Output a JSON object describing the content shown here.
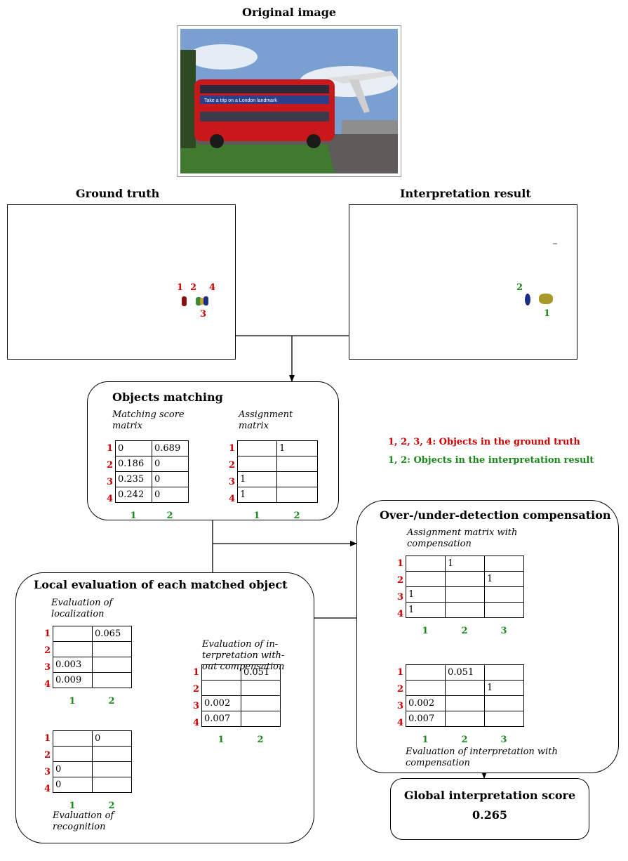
{
  "titles": {
    "original": "Original image",
    "ground_truth": "Ground truth",
    "interpretation": "Interpretation result",
    "objects_matching": "Objects matching",
    "over_under": "Over-/under-detection compensation",
    "local_eval": "Local evaluation of each matched object",
    "global": "Global interpretation score",
    "global_value": "0.265"
  },
  "photo": {
    "banner_text": "Take a trip on a London landmark",
    "colors": {
      "sky": "#6e94c9",
      "bus": "#c8181c",
      "grass": "#3f7a2e",
      "road": "#5a5a58"
    }
  },
  "ground_truth_labels": {
    "l1": "1",
    "l2": "2",
    "l3": "3",
    "l4": "4"
  },
  "interp_labels": {
    "l1": "1",
    "l2": "2"
  },
  "legend": {
    "gt": "1, 2, 3, 4: Objects in the ground truth",
    "ir": "1, 2: Objects in the interpretation result"
  },
  "captions": {
    "matching_score": "Matching score matrix",
    "assignment": "Assignment matrix",
    "assign_comp": "Assignment matrix with compensation",
    "eval_loc": "Evaluation of localization",
    "eval_rec": "Evaluation of recognition",
    "eval_nocomp": "Evaluation of in- terpretation with- out compensation",
    "eval_comp": "Evaluation of interpretation with compensation"
  },
  "row_labels": [
    "1",
    "2",
    "3",
    "4"
  ],
  "col_labels_2": [
    "1",
    "2"
  ],
  "col_labels_3": [
    "1",
    "2",
    "3"
  ],
  "matrices": {
    "matching_score": [
      [
        "0",
        "0.689"
      ],
      [
        "0.186",
        "0"
      ],
      [
        "0.235",
        "0"
      ],
      [
        "0.242",
        "0"
      ]
    ],
    "assignment": [
      [
        "",
        "1"
      ],
      [
        "",
        ""
      ],
      [
        "1",
        ""
      ],
      [
        "1",
        ""
      ]
    ],
    "assign_comp": [
      [
        "",
        "1",
        ""
      ],
      [
        "",
        "",
        "1"
      ],
      [
        "1",
        "",
        ""
      ],
      [
        "1",
        "",
        ""
      ]
    ],
    "eval_comp": [
      [
        "",
        "0.051",
        ""
      ],
      [
        "",
        "",
        "1"
      ],
      [
        "0.002",
        "",
        ""
      ],
      [
        "0.007",
        "",
        ""
      ]
    ],
    "eval_loc": [
      [
        "",
        "0.065"
      ],
      [
        "",
        ""
      ],
      [
        "0.003",
        ""
      ],
      [
        "0.009",
        ""
      ]
    ],
    "eval_rec": [
      [
        "",
        "0"
      ],
      [
        "",
        ""
      ],
      [
        "0",
        ""
      ],
      [
        "0",
        ""
      ]
    ],
    "eval_nocomp": [
      [
        "",
        "0.051"
      ],
      [
        "",
        ""
      ],
      [
        "0.002",
        ""
      ],
      [
        "0.007",
        ""
      ]
    ]
  },
  "colors": {
    "red": "#cc0000",
    "green": "#1a8a1a"
  }
}
